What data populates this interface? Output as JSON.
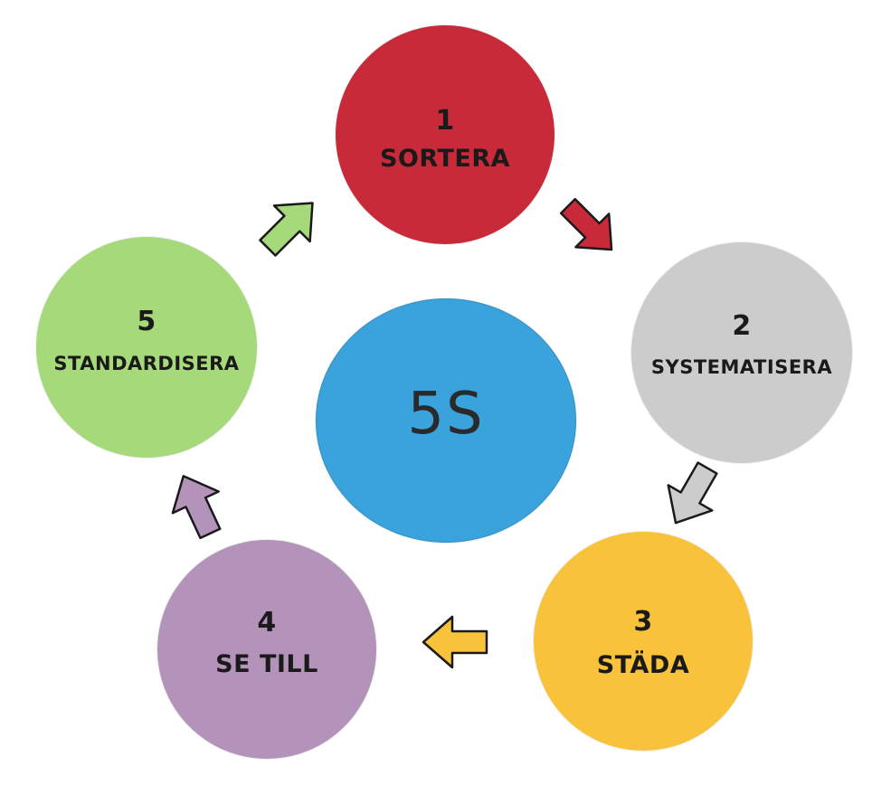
{
  "center": {
    "label": "5S",
    "color": "#3aa3dc"
  },
  "steps": [
    {
      "number": "1",
      "label": "SORTERA",
      "color": "#c82a3a"
    },
    {
      "number": "2",
      "label": "SYSTEMATISERA",
      "color": "#cccccc"
    },
    {
      "number": "3",
      "label": "STÄDA",
      "color": "#f8c23a"
    },
    {
      "number": "4",
      "label": "SE TILL",
      "color": "#b493bb"
    },
    {
      "number": "5",
      "label": "STANDARDISERA",
      "color": "#a5d97a"
    }
  ],
  "arrows": [
    {
      "from": "1",
      "to": "2",
      "color": "#c82a3a"
    },
    {
      "from": "2",
      "to": "3",
      "color": "#cccccc"
    },
    {
      "from": "3",
      "to": "4",
      "color": "#f8c23a"
    },
    {
      "from": "4",
      "to": "5",
      "color": "#b493bb"
    },
    {
      "from": "5",
      "to": "1",
      "color": "#a5d97a"
    }
  ]
}
